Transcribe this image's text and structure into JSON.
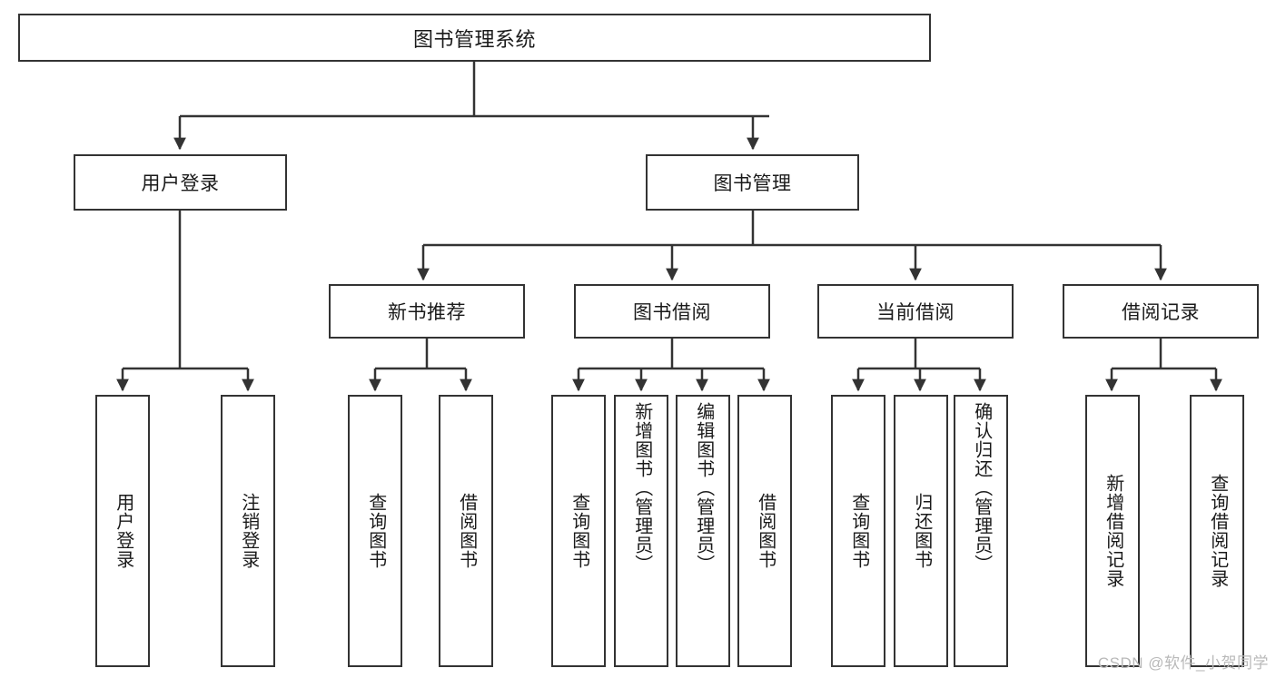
{
  "diagram": {
    "title": "图书管理系统",
    "type": "tree",
    "root": {
      "label": "图书管理系统"
    },
    "level2": [
      {
        "label": "用户登录"
      },
      {
        "label": "图书管理"
      }
    ],
    "level3": [
      {
        "label": "新书推荐"
      },
      {
        "label": "图书借阅"
      },
      {
        "label": "当前借阅"
      },
      {
        "label": "借阅记录"
      }
    ],
    "leaves": {
      "user_login": [
        {
          "label": "用户登录"
        },
        {
          "label": "注销登录"
        }
      ],
      "new_book_recommend": [
        {
          "label": "查询图书"
        },
        {
          "label": "借阅图书"
        }
      ],
      "book_borrow": [
        {
          "label": "查询图书"
        },
        {
          "label": "新增图书（管理员）"
        },
        {
          "label": "编辑图书（管理员）"
        },
        {
          "label": "借阅图书"
        }
      ],
      "current_borrow": [
        {
          "label": "查询图书"
        },
        {
          "label": "归还图书"
        },
        {
          "label": "确认归还（管理员）"
        }
      ],
      "borrow_record": [
        {
          "label": "新增借阅记录"
        },
        {
          "label": "查询借阅记录"
        }
      ]
    }
  },
  "watermark": {
    "text": "CSDN @软件_小贺同学"
  },
  "colors": {
    "border": "#333333",
    "background": "#ffffff",
    "text": "#1a1a1a",
    "watermark": "#b9b9b9"
  }
}
